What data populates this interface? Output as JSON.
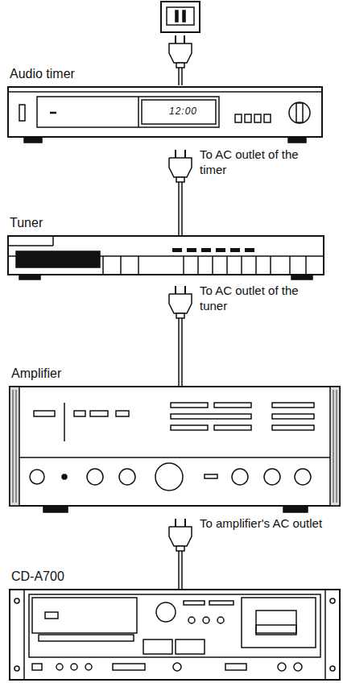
{
  "diagram": {
    "nodes": [
      {
        "text": [
          "Audio timer",
          "12:00"
        ]
      },
      {
        "text": [
          "Tuner"
        ]
      },
      {
        "text": [
          "Amplifier"
        ]
      },
      {
        "text": [
          "CD-A700"
        ]
      }
    ],
    "edges": [
      {
        "from": 1,
        "to": 0,
        "arrow": "none",
        "label": "To AC outlet of the timer"
      },
      {
        "from": 2,
        "to": 1,
        "arrow": "none",
        "label": "To AC outlet of the tuner"
      },
      {
        "from": 3,
        "to": 2,
        "arrow": "none",
        "label": "To amplifier's AC outlet"
      }
    ]
  }
}
